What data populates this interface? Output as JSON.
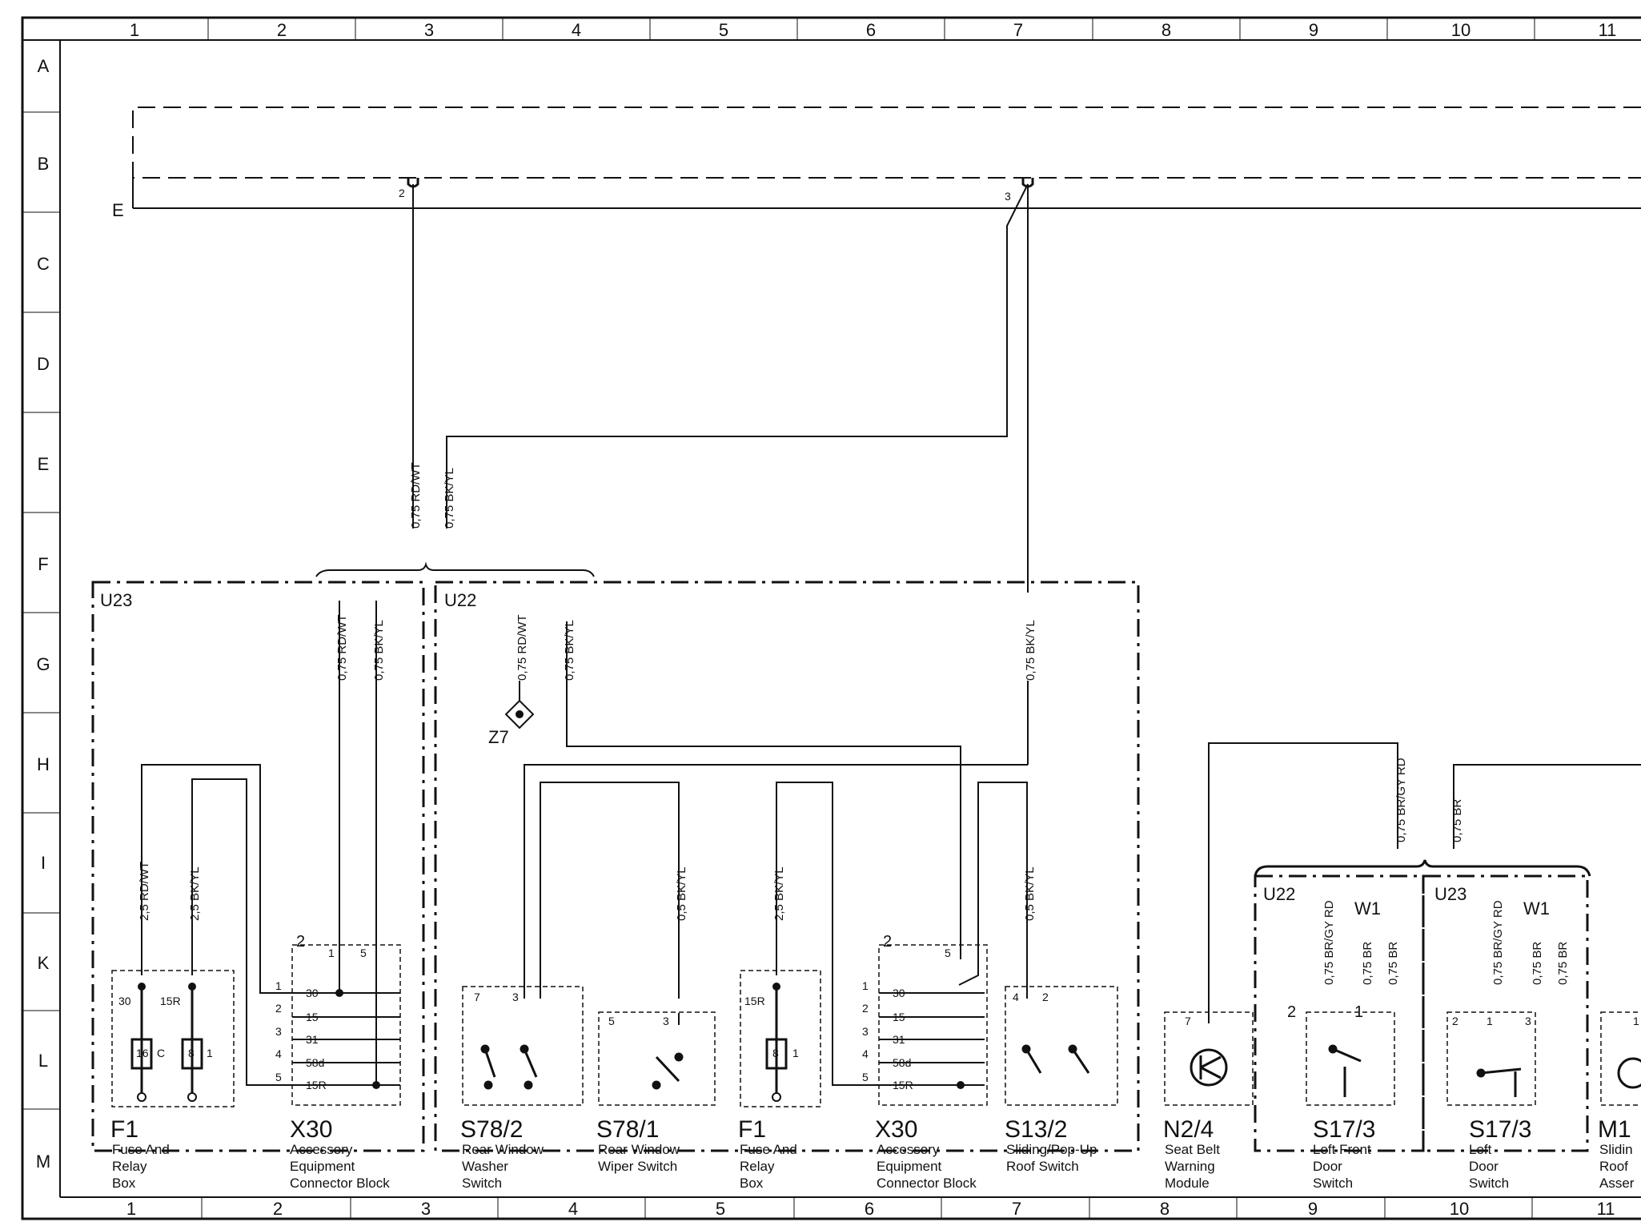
{
  "grid": {
    "columns": [
      "1",
      "2",
      "3",
      "4",
      "5",
      "6",
      "7",
      "8",
      "9",
      "10",
      "11"
    ],
    "rows": [
      "A",
      "B",
      "C",
      "D",
      "E",
      "F",
      "G",
      "H",
      "I",
      "K",
      "L",
      "M"
    ]
  },
  "zones": {
    "u23": "U23",
    "u22": "U22",
    "u22b": "U22",
    "u23b": "U23",
    "e": "E",
    "z7": "Z7"
  },
  "labels": {
    "b_pin2": "2",
    "b_pin3": "3",
    "w_rdwt_075": "0,75 RD/WT",
    "w_bkyl_075": "0,75 BK/YL",
    "w_rdwt_25": "2,5 RD/WT",
    "w_bkyl_25": "2,5 BK/YL",
    "w_bkyl_05": "0,5 BK/YL",
    "w_brgyrd_075": "0,75 BR/GY RD",
    "w_br_075": "0,75 BR",
    "w1": "W1"
  },
  "f1_pins": {
    "p30": "30",
    "p15r": "15R",
    "c": "C",
    "n1": "1",
    "n16": "16",
    "n8": "8"
  },
  "x30": {
    "top_pin": "2",
    "inner_a": "1",
    "inner_b": "5",
    "rows": [
      {
        "num": "1",
        "term": "30"
      },
      {
        "num": "2",
        "term": "15"
      },
      {
        "num": "3",
        "term": "31"
      },
      {
        "num": "4",
        "term": "58d"
      },
      {
        "num": "5",
        "term": "15R"
      }
    ]
  },
  "misc_pins": {
    "p7": "7",
    "p3": "3",
    "p5": "5",
    "p4": "4",
    "p2": "2",
    "p1": "1",
    "p15r": "15R"
  },
  "components": [
    {
      "id": "F1",
      "desc": [
        "Fuse And",
        "Relay",
        "Box"
      ]
    },
    {
      "id": "X30",
      "desc": [
        "Accessory",
        "Equipment",
        "Connector Block"
      ]
    },
    {
      "id": "S78/2",
      "desc": [
        "Rear Window",
        "Washer",
        "Switch"
      ]
    },
    {
      "id": "S78/1",
      "desc": [
        "Rear Window",
        "Wiper Switch"
      ]
    },
    {
      "id": "F1",
      "desc": [
        "Fuse And",
        "Relay",
        "Box"
      ]
    },
    {
      "id": "X30",
      "desc": [
        "Accessory",
        "Equipment",
        "Connector Block"
      ]
    },
    {
      "id": "S13/2",
      "desc": [
        "Sliding/Pop-Up",
        "Roof Switch"
      ]
    },
    {
      "id": "N2/4",
      "desc": [
        "Seat Belt",
        "Warning",
        "Module"
      ]
    },
    {
      "id": "S17/3",
      "desc": [
        "Left Front",
        "Door",
        "Switch"
      ]
    },
    {
      "id": "S17/3",
      "desc": [
        "Left",
        "Door",
        "Switch"
      ]
    },
    {
      "id": "M1",
      "desc": [
        "Slidin",
        "Roof",
        "Asser"
      ]
    }
  ]
}
